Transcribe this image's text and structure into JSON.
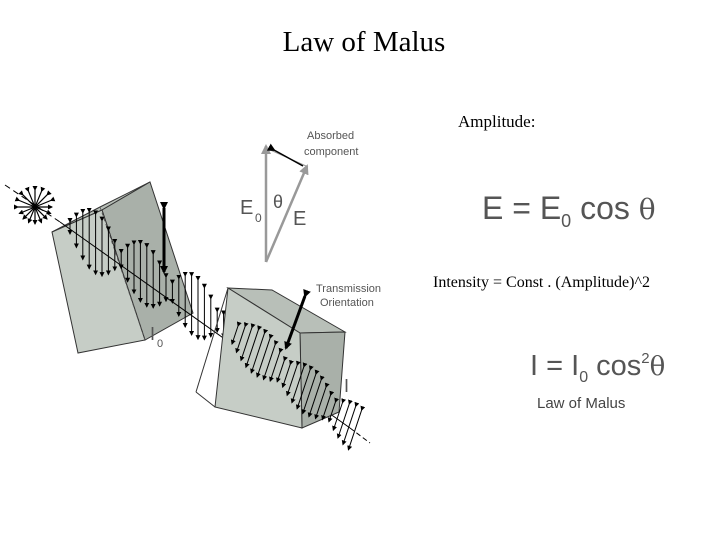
{
  "title": "Law of Malus",
  "amplitude_label": "Amplitude:",
  "equation_amplitude": {
    "lhs": "E",
    "equals": "=",
    "rhs_symbol": "E",
    "rhs_sub": "0",
    "func": "cos",
    "angle": "θ"
  },
  "intensity_label": "Intensity = Const . (Amplitude)^2",
  "equation_intensity": {
    "lhs": "I",
    "equals": "=",
    "rhs_symbol": "I",
    "rhs_sub": "0",
    "func": "cos",
    "power": "2",
    "angle": "θ"
  },
  "equation_caption": "Law of Malus",
  "diagram": {
    "absorbed_line1": "Absorbed",
    "absorbed_line2": "component",
    "e0_symbol": "E",
    "e0_sub": "0",
    "theta_symbol": "θ",
    "e_symbol": "E",
    "transmission_line1": "Transmission",
    "transmission_line2": "Orientation",
    "i0_symbol": "I",
    "i0_sub": "0",
    "i_symbol": "I"
  },
  "colors": {
    "polarizer_face": "#c6cdc6",
    "polarizer_dark": "#a9b0a9",
    "equation_gray": "#555555"
  }
}
